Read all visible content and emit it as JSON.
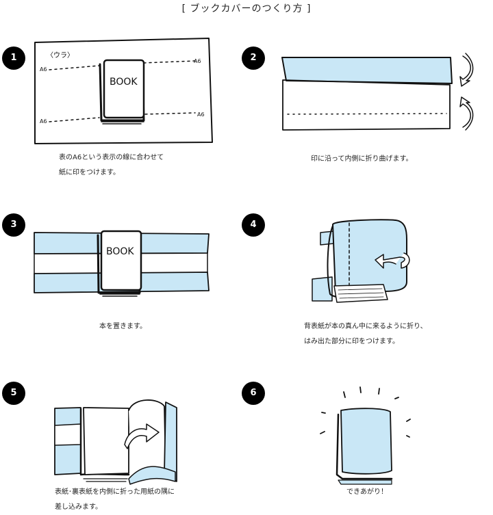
{
  "title": "[ ブックカバーのつくり方 ]",
  "colors": {
    "accent_blue": "#c9e7f6",
    "ink": "#111111"
  },
  "steps": [
    {
      "number": "1",
      "caption": [
        "表のA6という表示の線に合わせて",
        "紙に印をつけます。"
      ]
    },
    {
      "number": "2",
      "caption": [
        "印に沿って内側に折り曲げます。"
      ]
    },
    {
      "number": "3",
      "caption": [
        "本を置きます。"
      ]
    },
    {
      "number": "4",
      "caption": [
        "背表紙が本の真ん中に来るように折り、",
        "はみ出た部分に印をつけます。"
      ]
    },
    {
      "number": "5",
      "caption": [
        "表紙･裏表紙を内側に折った用紙の隅に",
        "差し込みます。"
      ]
    },
    {
      "number": "6",
      "caption": [
        "できあがり！"
      ]
    }
  ],
  "illustration": {
    "back_label": "〈ウラ〉",
    "size_mark": "A6",
    "book_label": "BOOK"
  }
}
